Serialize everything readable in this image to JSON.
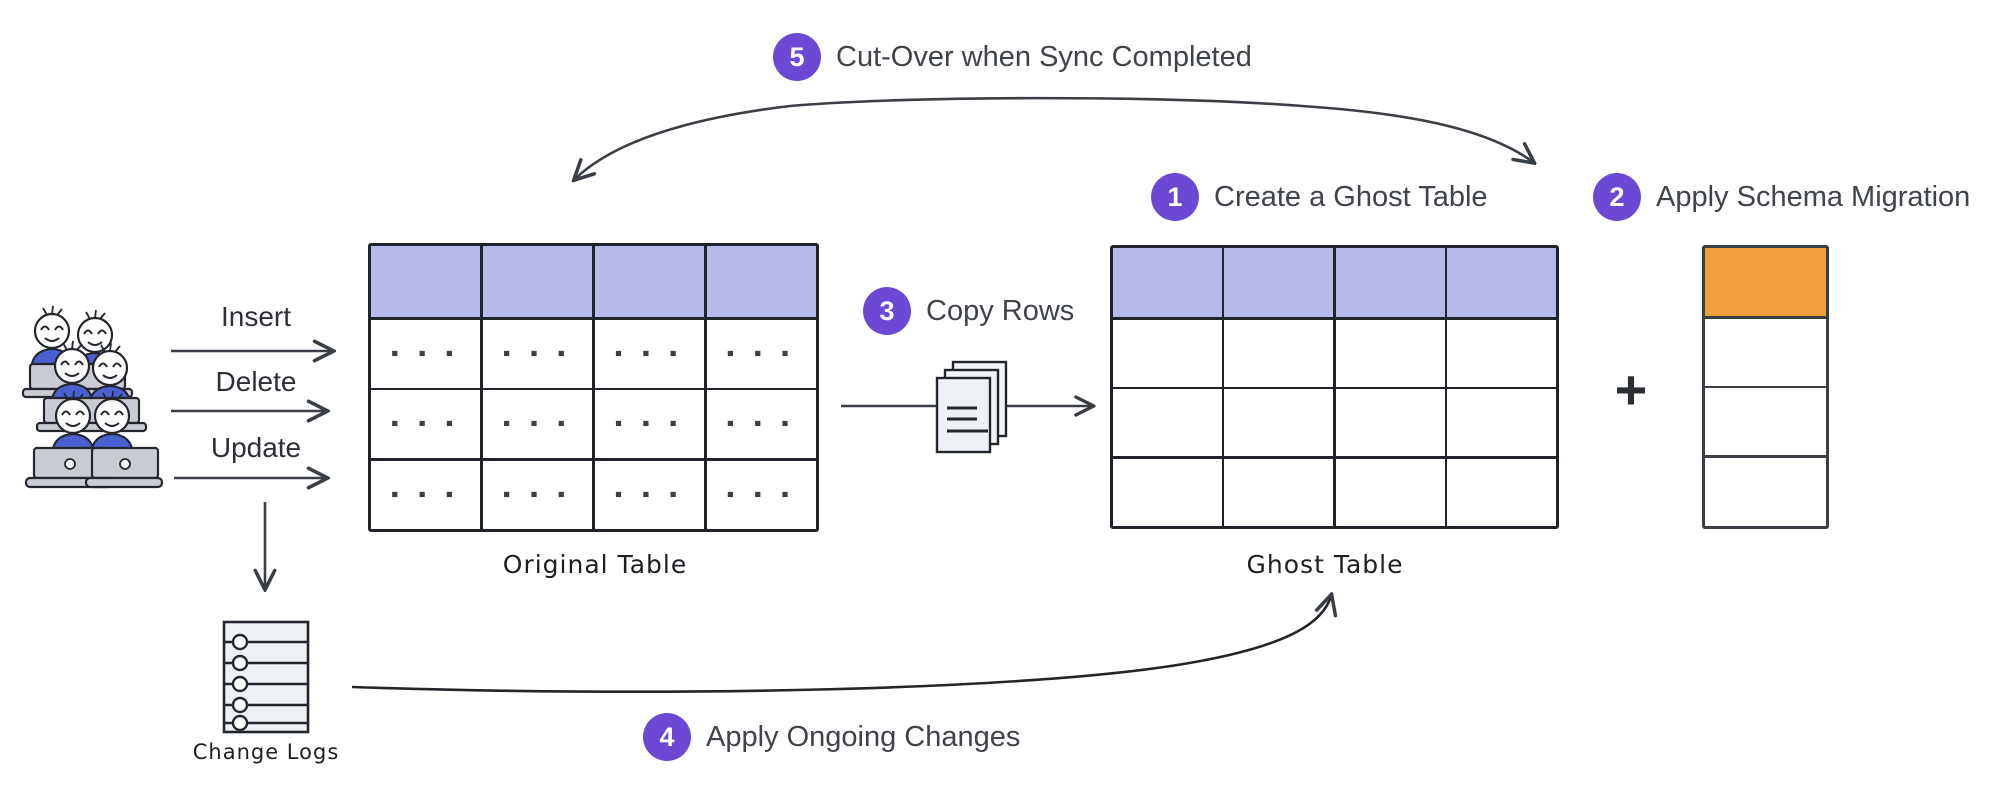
{
  "steps": [
    {
      "num": "1",
      "label": "Create a Ghost Table"
    },
    {
      "num": "2",
      "label": "Apply Schema Migration"
    },
    {
      "num": "3",
      "label": "Copy Rows"
    },
    {
      "num": "4",
      "label": "Apply Ongoing Changes"
    },
    {
      "num": "5",
      "label": "Cut-Over when Sync Completed"
    }
  ],
  "operations": [
    {
      "label": "Insert"
    },
    {
      "label": "Delete"
    },
    {
      "label": "Update"
    }
  ],
  "tables": {
    "original": {
      "caption": "Original Table",
      "cell_content": "▪ ▪ ▪"
    },
    "ghost": {
      "caption": "Ghost Table"
    }
  },
  "change_logs": {
    "caption": "Change Logs"
  },
  "plus_sign": "+",
  "icons": {
    "users-icon": "group of six smiling people working on laptops",
    "documents-icon": "stack of three pages with text lines",
    "change-logs-icon": "log list panel with five bulleted rows"
  },
  "colors": {
    "step_badge_purple": "#6b49d4",
    "table_header_lavender": "#b5b8e8",
    "migration_header_orange": "#f09f3c",
    "stroke_dark": "#3a3f45",
    "person_shirt_blue": "#4a5fd0",
    "laptop_gray": "#c9ccd2",
    "icon_fill": "#eef1f6"
  }
}
